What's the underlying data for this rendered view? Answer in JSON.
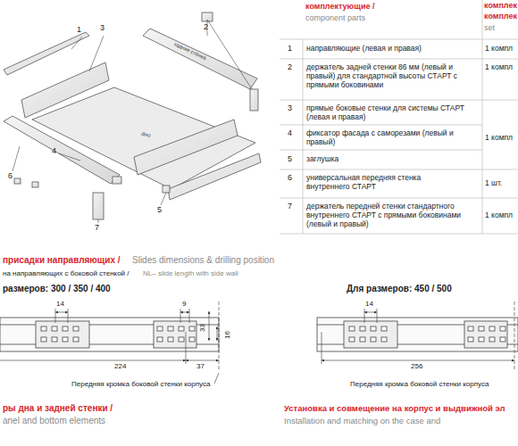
{
  "diagram": {
    "labels": [
      "1",
      "3",
      "2",
      "задняя стенка",
      "дно",
      "4",
      "6",
      "5",
      "7",
      "комплектующие /",
      "component parts",
      "комплек",
      "комплек",
      "set",
      "1",
      "направляющие (левая и правая)",
      "1 компл",
      "2",
      "держатель задней стенки 86 мм (левый и правый) для стандартной высоты СТАРТ с прямыми боковинами",
      "1 компл",
      "3",
      "прямые боковые стенки для системы СТАРТ (левая и правая)",
      "4",
      "фиксатор фасада с саморезами (левый и правый)",
      "1 компл",
      "5",
      "заглушка",
      "6",
      "универсальная передняя стенка внутреннего СТАРТ",
      "1 шт.",
      "7",
      "держатель передней стенки стандартного внутреннего СТАРТ с прямыми боковинами (левый и правый)",
      "1 компл",
      "присадки направляющих /",
      "Slides dimensions & drilling position",
      "на направляющих с боковой стенкой /",
      "NL– slide length with side wall",
      "размеров: 300 / 350 / 400",
      "Для размеров: 450 / 500",
      "14",
      "9",
      "16",
      "33",
      "224",
      "37",
      "Передняя кромка боковой стенки корпуса",
      "14",
      "256",
      "Передняя кромка боковой стенки корпуса",
      "ры дна и задней стенки /",
      "anel and bottom elements",
      "Установка и совмещение на корпус и выдвижной эл",
      "Installation and matching on the case and"
    ]
  }
}
